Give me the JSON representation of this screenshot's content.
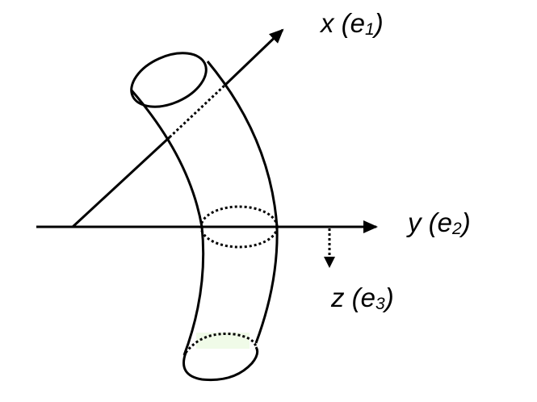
{
  "diagram": {
    "type": "curved-tube-coordinate-frame",
    "colors": {
      "stroke": "#000000",
      "background": "#ffffff",
      "tint": "#f0fbe8"
    },
    "axes": [
      {
        "id": "x",
        "name": "x",
        "basis": "e",
        "index": "1"
      },
      {
        "id": "y",
        "name": "y",
        "basis": "e",
        "index": "2"
      },
      {
        "id": "z",
        "name": "z",
        "basis": "e",
        "index": "3"
      }
    ],
    "labels": {
      "x": {
        "pre": "x (e",
        "sub": "1",
        "post": ")"
      },
      "y": {
        "pre": "y (e",
        "sub": "2",
        "post": ")"
      },
      "z": {
        "pre": "z (e",
        "sub": "3",
        "post": ")"
      }
    },
    "cross_sections": [
      {
        "id": "top-end",
        "style": "solid"
      },
      {
        "id": "middle",
        "style": "dotted"
      },
      {
        "id": "bottom-end",
        "style": "solid-front-dotted-back"
      }
    ]
  }
}
